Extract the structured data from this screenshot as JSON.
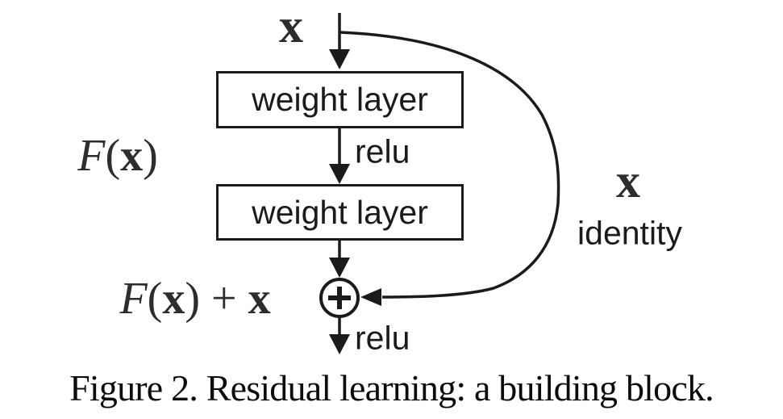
{
  "figure": {
    "caption": "Figure 2. Residual learning: a building block."
  },
  "diagram": {
    "input": {
      "symbol": "x"
    },
    "weight_layer_1": "weight layer",
    "weight_layer_2": "weight layer",
    "relu_mid": "relu",
    "relu_out": "relu",
    "residual_function": {
      "func": "F",
      "open": "(",
      "arg": "x",
      "close": ")"
    },
    "output_sum": {
      "func": "F",
      "open": "(",
      "arg": "x",
      "close": ")",
      "plus": " + ",
      "arg2": "x"
    },
    "identity_branch": {
      "symbol": "x",
      "label": "identity"
    },
    "plus_operator": "+"
  },
  "colors": {
    "ink": "#1b1b1b",
    "math_ink": "#2d2d2d",
    "caption_ink": "#0c0c0c",
    "background": "#ffffff"
  }
}
